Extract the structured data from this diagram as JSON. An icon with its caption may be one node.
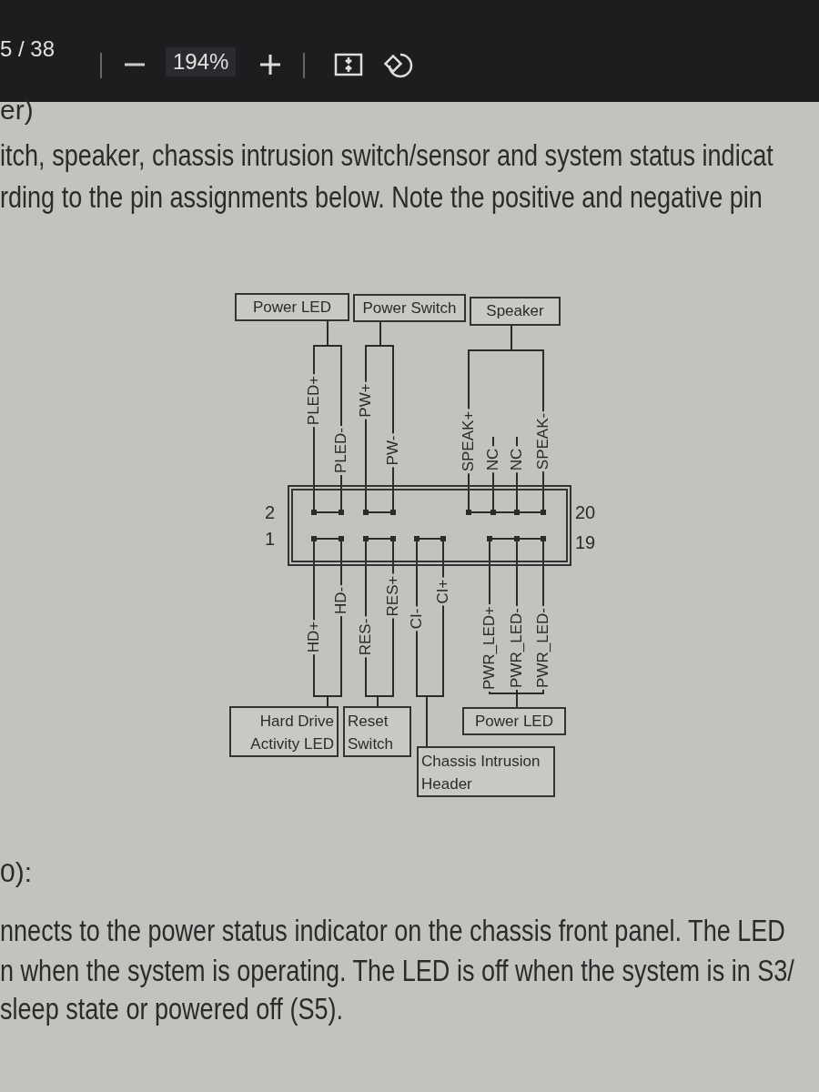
{
  "diagram": {
    "nodes": [
      {
        "text": [
          "Power LED"
        ]
      },
      {
        "text": [
          "Power Switch"
        ]
      },
      {
        "text": [
          "Speaker"
        ]
      },
      {
        "text": [],
        "shape": "box",
        "beside": [
          "2",
          "1",
          "20",
          "19"
        ]
      },
      {
        "text": [
          "Hard Drive Activity LED"
        ]
      },
      {
        "text": [
          "Reset Switch"
        ]
      },
      {
        "text": [
          "Chassis Intrusion Header"
        ]
      },
      {
        "text": [
          "Power LED"
        ]
      }
    ],
    "edges": [
      {
        "from": 0,
        "to": 3,
        "arrow": "none",
        "label": "PLED+"
      },
      {
        "from": 0,
        "to": 3,
        "arrow": "none",
        "label": "PLED-"
      },
      {
        "from": 1,
        "to": 3,
        "arrow": "none",
        "label": "PW+"
      },
      {
        "from": 1,
        "to": 3,
        "arrow": "none",
        "label": "PW-"
      },
      {
        "from": 2,
        "to": 3,
        "arrow": "none",
        "label": "SPEAK+"
      },
      {
        "from": 2,
        "to": 3,
        "arrow": "none",
        "label": "SPEAK-"
      },
      {
        "from": 4,
        "to": 3,
        "arrow": "none",
        "label": "HD+"
      },
      {
        "from": 4,
        "to": 3,
        "arrow": "none",
        "label": "HD-"
      },
      {
        "from": 5,
        "to": 3,
        "arrow": "none",
        "label": "RES-"
      },
      {
        "from": 5,
        "to": 3,
        "arrow": "none",
        "label": "RES+"
      },
      {
        "from": 6,
        "to": 3,
        "arrow": "none",
        "label": "CI-"
      },
      {
        "from": 6,
        "to": 3,
        "arrow": "none",
        "label": "CI+"
      },
      {
        "from": 7,
        "to": 3,
        "arrow": "none",
        "label": "PWR_LED+"
      },
      {
        "from": 7,
        "to": 3,
        "arrow": "none",
        "label": "PWR_LED-"
      },
      {
        "from": 7,
        "to": 3,
        "arrow": "none",
        "label": "PWR_LED-"
      }
    ],
    "labels": [
      "5 / 38",
      "194%",
      "er)",
      "itch, speaker, chassis intrusion switch/sensor and system status indicat",
      "rding to the pin assignments below. Note the positive and negative pin",
      "NC",
      "NC",
      "0):",
      "nnects to the power status indicator on the chassis front panel. The LED",
      "n when the system is operating. The LED is off when the system is in S3/",
      "sleep state or powered off (S5)."
    ]
  }
}
